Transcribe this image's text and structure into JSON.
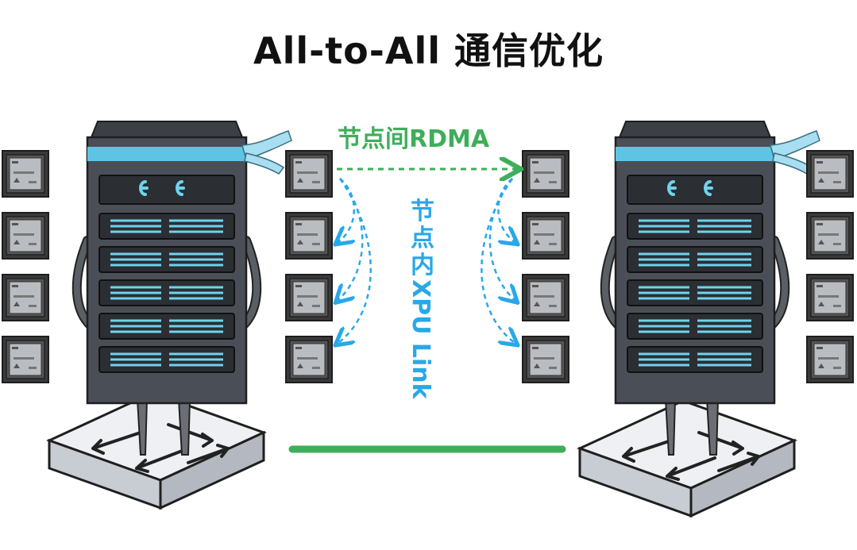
{
  "title": "All-to-All 通信优化",
  "inter_node": {
    "label": "节点间RDMA",
    "color": "#3eae5a"
  },
  "intra_node": {
    "label_cjk": [
      "节",
      "点",
      "内"
    ],
    "label_latin": "XPU Link",
    "color": "#28a8e8"
  },
  "colors": {
    "server_body": "#4a4f57",
    "server_band": "#5ec4e4",
    "slot_light": "#6fd3ec",
    "chip_dark": "#3a3a3a",
    "switch_top": "#eef0f3",
    "link_green": "#3eae5a"
  },
  "icons": [
    "server-rack-icon",
    "xpu-chip-icon",
    "network-switch-icon"
  ]
}
